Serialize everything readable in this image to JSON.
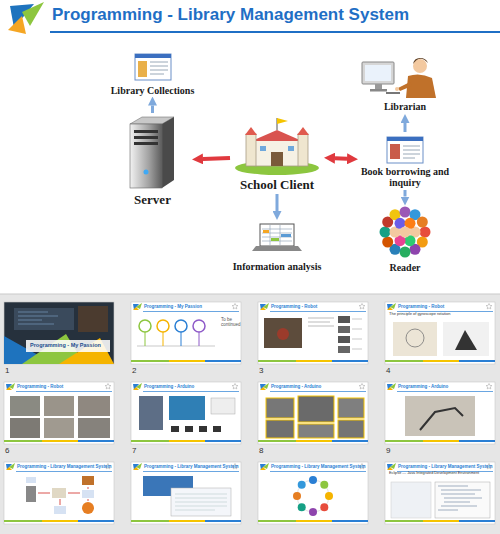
{
  "diagram": {
    "title": "Programming - Library Management System",
    "nodes": [
      {
        "text": [
          "Library Collections"
        ]
      },
      {
        "text": [
          "Librarian"
        ]
      },
      {
        "text": [
          "Server"
        ]
      },
      {
        "text": [
          "School Client"
        ]
      },
      {
        "text": [
          "Book borrowing and inquiry"
        ]
      },
      {
        "text": [
          "Information analysis"
        ]
      },
      {
        "text": [
          "Reader"
        ]
      }
    ],
    "edges": [
      {
        "from": 2,
        "to": 0,
        "arrow": "to"
      },
      {
        "from": 3,
        "to": 2,
        "arrow": "to"
      },
      {
        "from": 3,
        "to": 4,
        "arrow": "both"
      },
      {
        "from": 4,
        "to": 1,
        "arrow": "to"
      },
      {
        "from": 4,
        "to": 6,
        "arrow": "to"
      },
      {
        "from": 3,
        "to": 5,
        "arrow": "to"
      }
    ],
    "labels": [
      "1",
      "2",
      "3",
      "4",
      "6",
      "7",
      "8",
      "9",
      "Programming - My Passion",
      "Programming - My Passion",
      "To be continued",
      "Programming - Robot",
      "Programming - Robot",
      "The principle of gyroscope rotation",
      "Programming - Robot",
      "Programming - Arduino",
      "Programming - Arduino",
      "Programming - Arduino",
      "Programming - Library Management System",
      "Programming - Library Management System",
      "Programming - Library Management System",
      "Programming - Library Management System",
      "Eclipse --- Java Integrated Development Environment"
    ]
  }
}
